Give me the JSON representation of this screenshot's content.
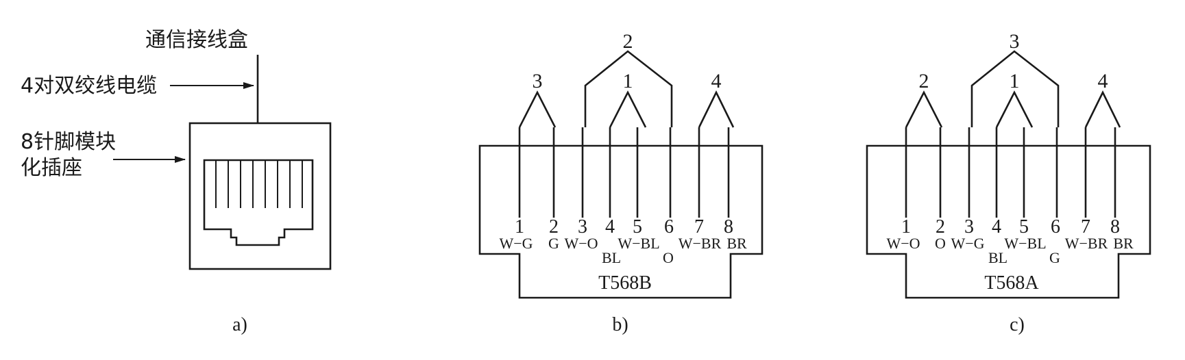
{
  "panel_a": {
    "label_box": "通信接线盒",
    "label_cable": "4对双绞线电缆",
    "label_jack_line1": "8针脚模块",
    "label_jack_line2": "化插座",
    "caption": "a)"
  },
  "panel_b": {
    "standard": "T568B",
    "caption": "b)",
    "pairs": [
      "3",
      "2",
      "1",
      "4"
    ],
    "pins": [
      "1",
      "2",
      "3",
      "4",
      "5",
      "6",
      "7",
      "8"
    ],
    "wires": [
      "W−G",
      "G",
      "W−O",
      "BL",
      "W−BL",
      "O",
      "W−BR",
      "BR"
    ]
  },
  "panel_c": {
    "standard": "T568A",
    "caption": "c)",
    "pairs": [
      "2",
      "3",
      "1",
      "4"
    ],
    "pins": [
      "1",
      "2",
      "3",
      "4",
      "5",
      "6",
      "7",
      "8"
    ],
    "wires": [
      "W−O",
      "O",
      "W−G",
      "BL",
      "W−BL",
      "G",
      "W−BR",
      "BR"
    ]
  }
}
